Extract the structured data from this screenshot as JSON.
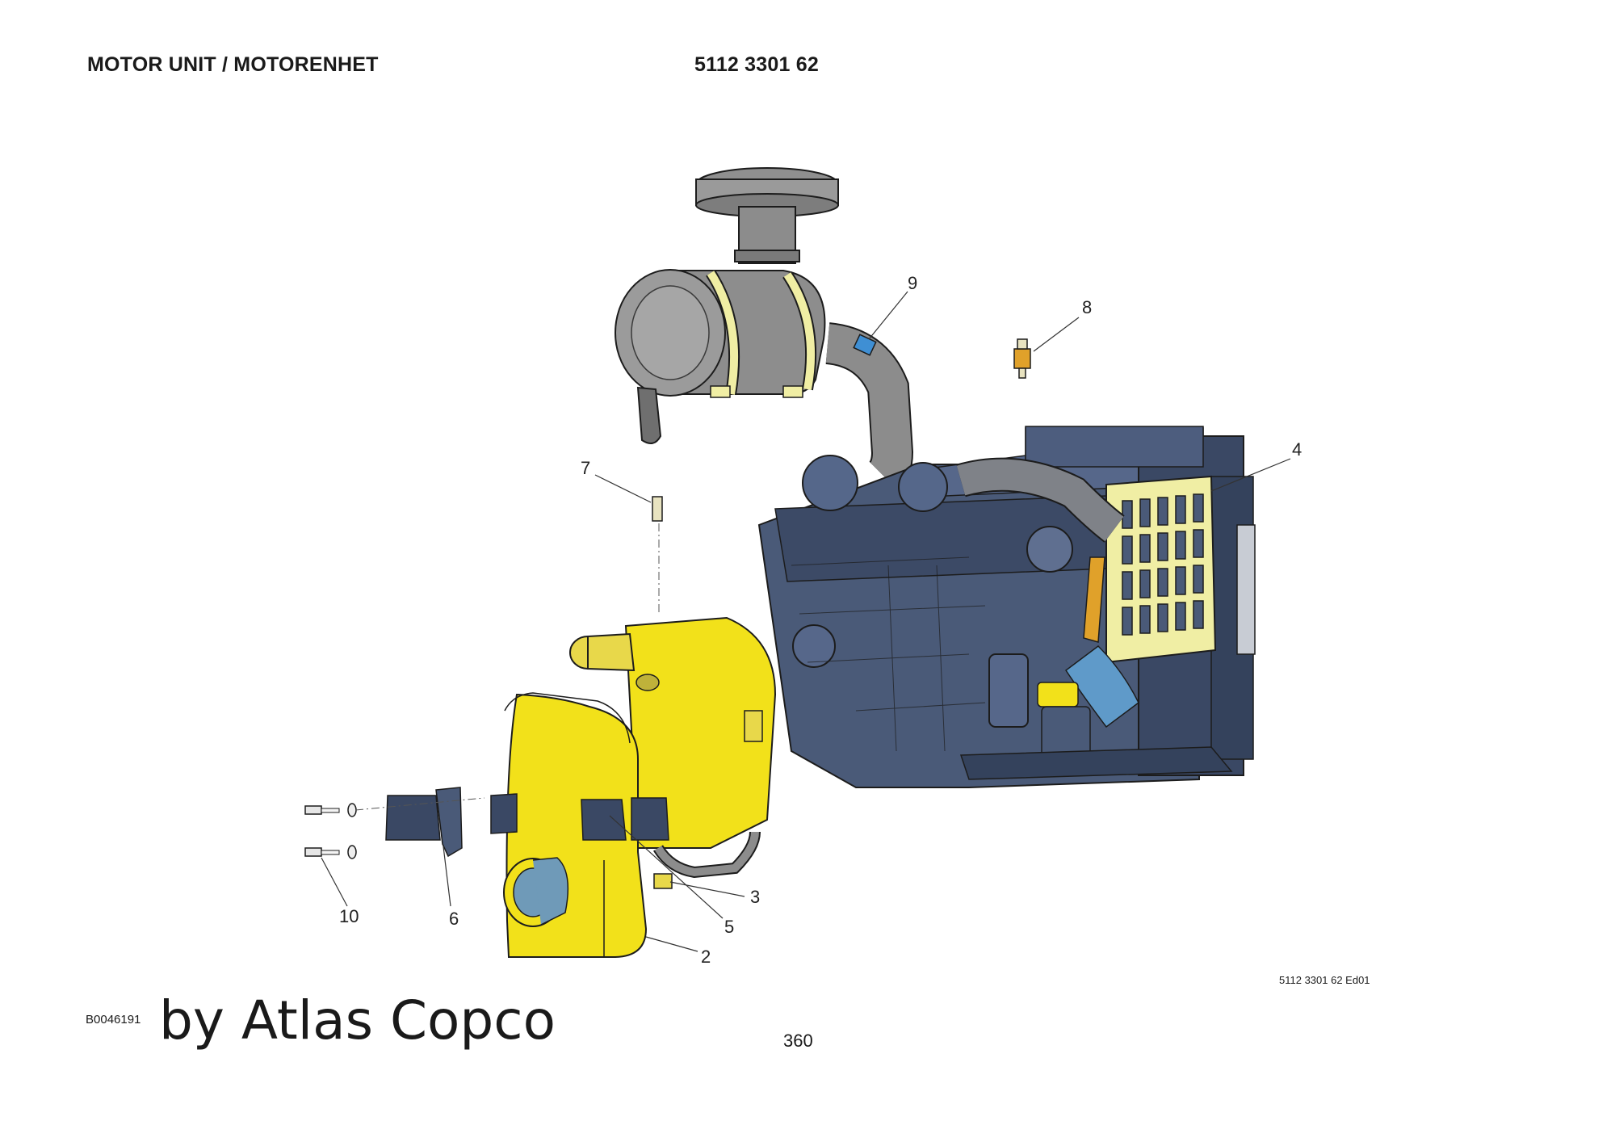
{
  "header": {
    "title": "MOTOR UNIT / MOTORENHET",
    "document_number": "5112 3301 62"
  },
  "callouts": [
    {
      "label": "9"
    },
    {
      "label": "8"
    },
    {
      "label": "7"
    },
    {
      "label": "4"
    },
    {
      "label": "3"
    },
    {
      "label": "5"
    },
    {
      "label": "2"
    },
    {
      "label": "6"
    },
    {
      "label": "10"
    }
  ],
  "footer": {
    "edition": "5112 3301 62 Ed01",
    "image_id": "B0046191",
    "brand": "by Atlas Copco",
    "page_number": "360"
  },
  "colors": {
    "engine_blue": "#4a5a78",
    "engine_dark": "#2f3b52",
    "gearbox_yellow": "#f2e11a",
    "filter_gray": "#8c8c8c",
    "pale_yellow": "#f0eea4",
    "line": "#1c1c1c",
    "accent_blue": "#3f8fd4",
    "orange": "#e0a12a"
  }
}
